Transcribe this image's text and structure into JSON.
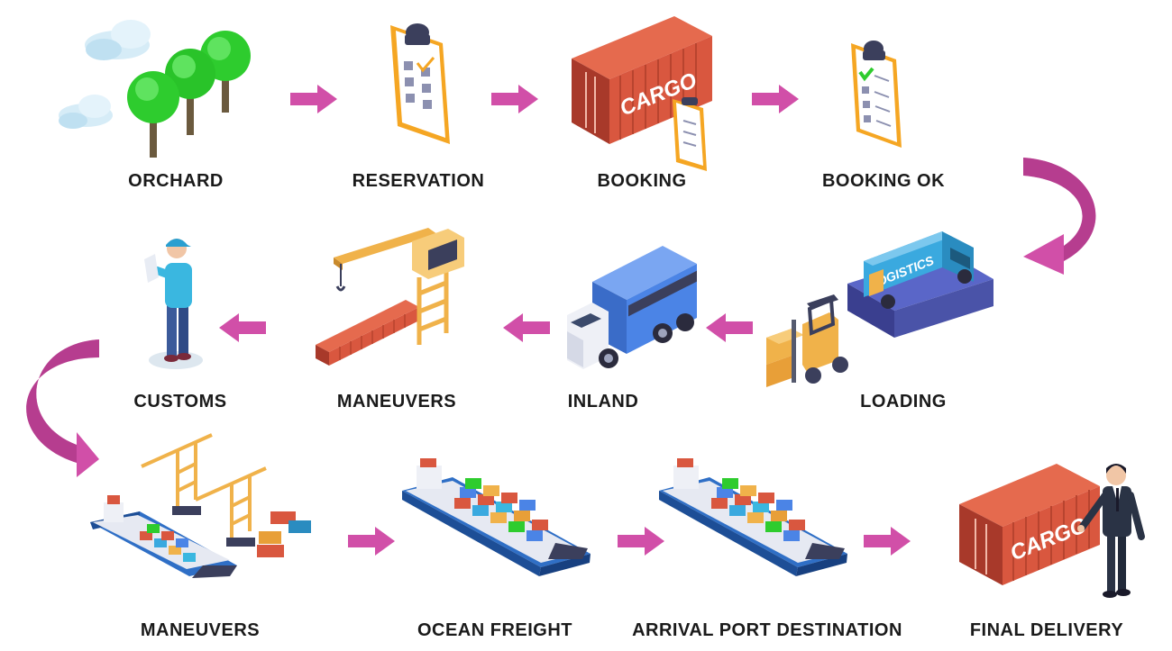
{
  "colors": {
    "arrow": "#d14fa8",
    "curve_dark": "#a0307a",
    "container": "#d9573f",
    "container_dark": "#a8392a",
    "clipboard": "#f5a623",
    "tree": "#2ecc2e",
    "truck_blue": "#4b84e6",
    "cyan": "#3aa9df",
    "hull_blue": "#2f6fc6",
    "crane": "#f0b24a",
    "label": "#1a1a1a"
  },
  "steps": [
    {
      "id": "orchard",
      "label": "ORCHARD",
      "icon": "trees-icon"
    },
    {
      "id": "reservation",
      "label": "RESERVATION",
      "icon": "clipboard-icon"
    },
    {
      "id": "booking",
      "label": "BOOKING",
      "icon": "cargo-container-icon",
      "container_text": "CARGO"
    },
    {
      "id": "booking_ok",
      "label": "BOOKING OK",
      "icon": "checklist-icon"
    },
    {
      "id": "loading",
      "label": "LOADING",
      "icon": "logistics-truck-forklift-icon",
      "truck_text": "LOGISTICS"
    },
    {
      "id": "inland",
      "label": "INLAND",
      "icon": "truck-icon"
    },
    {
      "id": "maneuvers_1",
      "label": "MANEUVERS",
      "icon": "crane-icon"
    },
    {
      "id": "customs",
      "label": "CUSTOMS",
      "icon": "customs-officer-icon"
    },
    {
      "id": "maneuvers_2",
      "label": "MANEUVERS",
      "icon": "port-cranes-ship-icon"
    },
    {
      "id": "ocean_freight",
      "label": "OCEAN FREIGHT",
      "icon": "container-ship-icon"
    },
    {
      "id": "arrival_port",
      "label": "ARRIVAL PORT DESTINATION",
      "icon": "container-ship-icon"
    },
    {
      "id": "final_delivery",
      "label": "FINAL DELIVERY",
      "icon": "businessman-container-icon",
      "container_text": "CARGO"
    }
  ]
}
